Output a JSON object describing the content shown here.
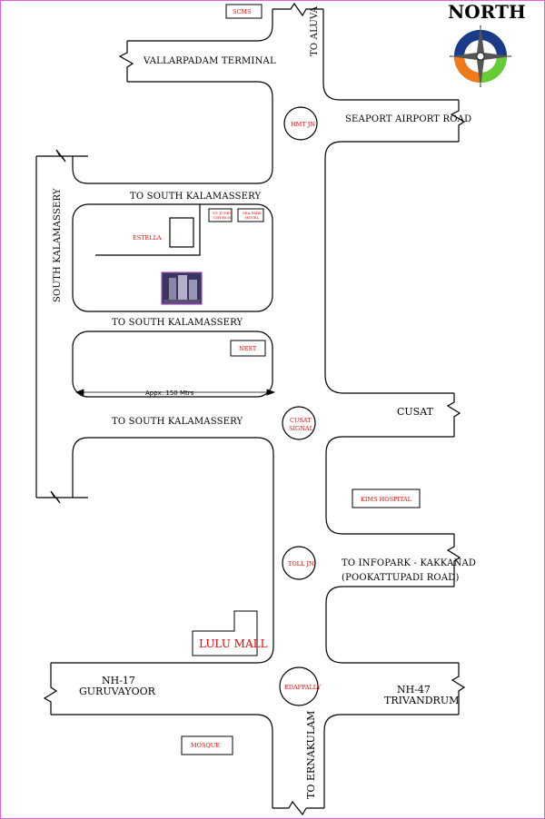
{
  "compass": {
    "title": "NORTH"
  },
  "roads": {
    "to_aluva": "TO ALUVA",
    "vallarpadam": "VALLARPADAM TERMINAL",
    "seaport_airport": "SEAPORT AIRPORT ROAD",
    "south_kalamassery_vertical": "SOUTH KALAMASSERY",
    "to_south_kalamassery_1": "TO SOUTH KALAMASSERY",
    "to_south_kalamassery_2": "TO SOUTH KALAMASSERY",
    "to_south_kalamassery_3": "TO SOUTH KALAMASSERY",
    "cusat": "CUSAT",
    "to_infopark": "TO INFOPARK - KAKKANAD",
    "pookattupadi": "(POOKATTUPADI ROAD)",
    "nh17_line1": "NH-17",
    "nh17_line2": "GURUVAYOOR",
    "nh47_line1": "NH-47",
    "nh47_line2": "TRIVANDRUM",
    "to_ernakulam": "TO ERNAKULAM"
  },
  "junctions": {
    "hmt": "HMT JN",
    "cusat_signal_1": "CUSAT",
    "cusat_signal_2": "SIGNAL",
    "toll": "TOLL JN.",
    "edappally": "EDAPPALLY"
  },
  "landmarks": {
    "scms": "SCMS",
    "estella": "ESTELLA",
    "st_judes_1": "ST. JUDES",
    "st_judes_2": "CHURCH",
    "sea_park_1": "SEA PARK",
    "sea_park_2": "HOTEL",
    "nest": "NEST",
    "kims": "KIMS HOSPITAL",
    "lulu": "LULU MALL",
    "mosque": "MOSQUE"
  },
  "distance": {
    "label": "Appx: 150 Mtrs"
  },
  "colors": {
    "road": "#000000",
    "landmark": "#e00000",
    "frame": "#e060e0"
  }
}
